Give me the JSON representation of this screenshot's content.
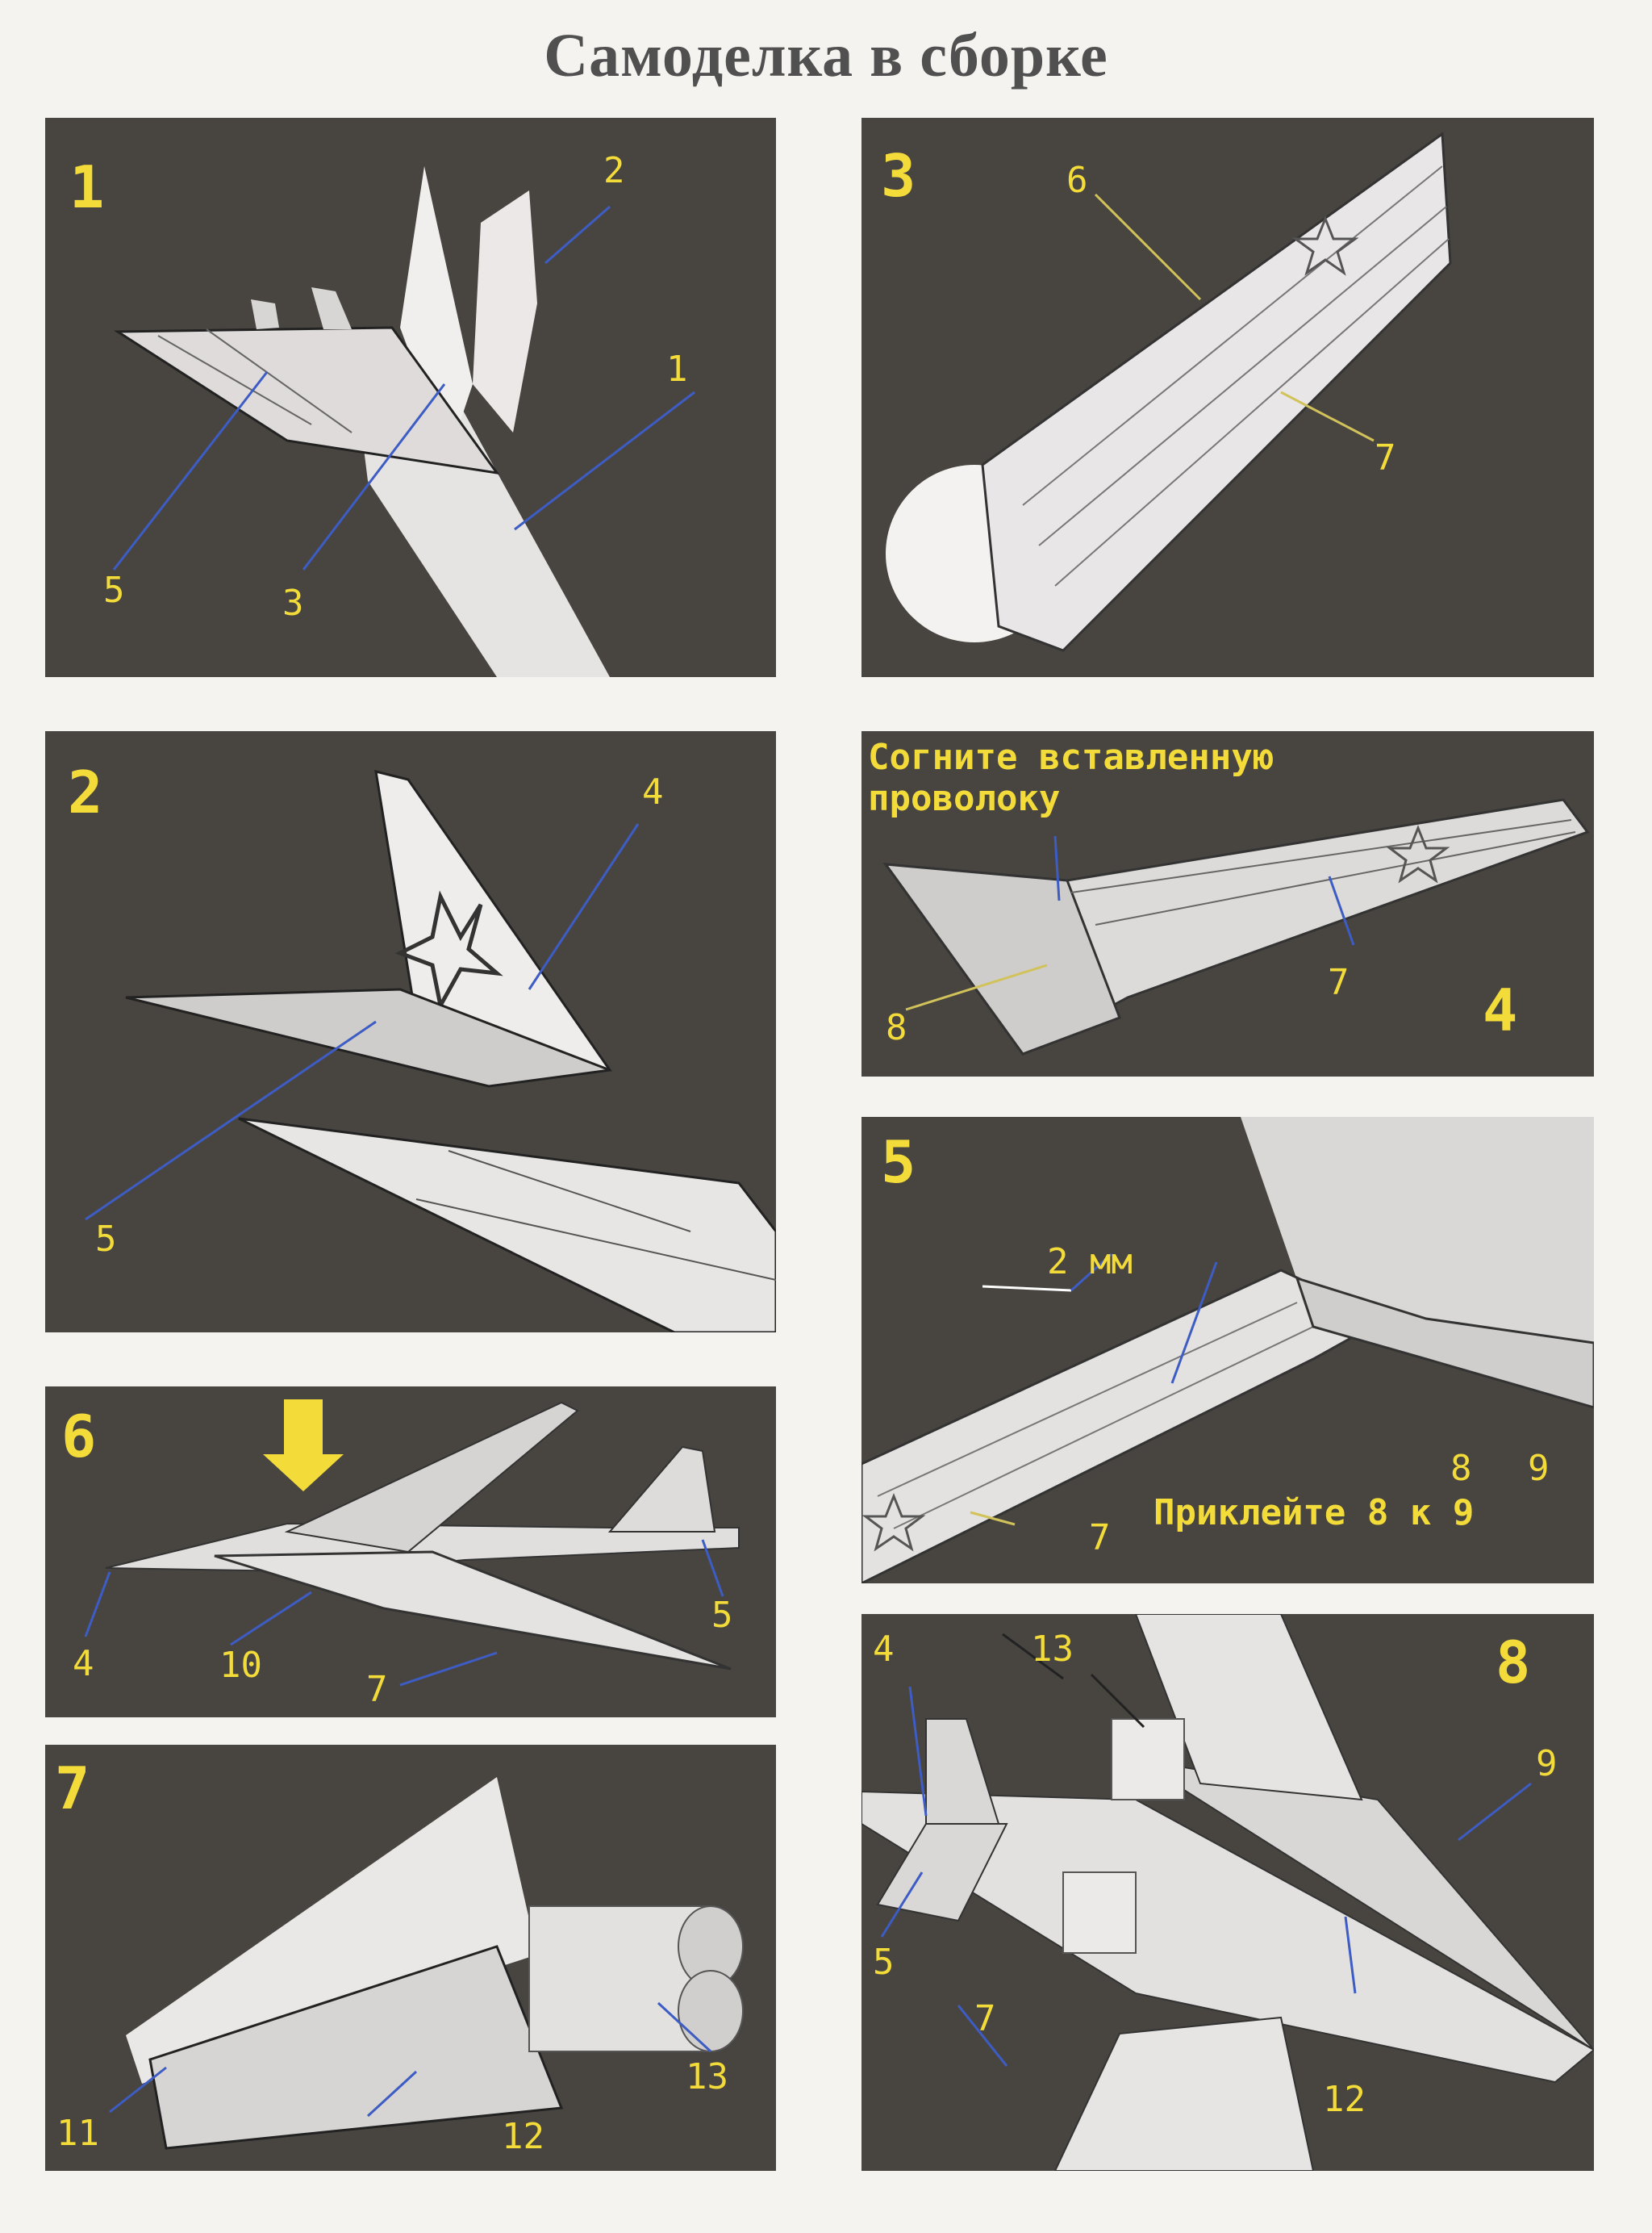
{
  "title": "Самоделка в сборке",
  "panels": [
    {
      "number": "1",
      "labels": [
        "1",
        "2",
        "3",
        "5"
      ]
    },
    {
      "number": "2",
      "labels": [
        "4",
        "5"
      ]
    },
    {
      "number": "3",
      "labels": [
        "6",
        "7"
      ]
    },
    {
      "number": "4",
      "labels": [
        "7",
        "8"
      ],
      "note": "Согните вставленную проволоку"
    },
    {
      "number": "5",
      "labels": [
        "2 мм",
        "7",
        "8",
        "9"
      ],
      "note": "Приклейте 8 к 9"
    },
    {
      "number": "6",
      "labels": [
        "4",
        "5",
        "7",
        "10"
      ]
    },
    {
      "number": "7",
      "labels": [
        "11",
        "12",
        "13"
      ]
    },
    {
      "number": "8",
      "labels": [
        "4",
        "5",
        "7",
        "9",
        "12",
        "13"
      ]
    }
  ],
  "colors": {
    "panel_bg": "#484541",
    "label": "#f3dc3a",
    "leader": "#3d5cc4",
    "model": "#ecebe9"
  }
}
